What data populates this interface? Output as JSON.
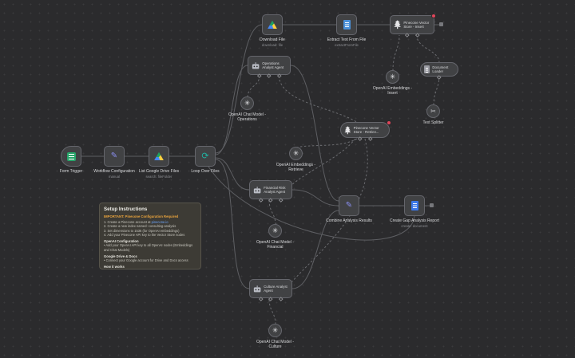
{
  "app": {
    "name": "Workflow canvas"
  },
  "colors": {
    "canvas_bg": "#2b2b2d",
    "node_bg": "#414244",
    "node_border": "#65666c",
    "edge_gray": "#5e5f63",
    "badge_red": "#e0455a",
    "sticky_bg": "#3d3b35",
    "important_orange": "#e8a33d",
    "link_blue": "#6fa8ff",
    "form_green": "#27a56a",
    "pencil_purple": "#8a8ff0",
    "doc_blue": "#3b77e8"
  },
  "nodes": {
    "form_trigger": {
      "label": "Form Trigger"
    },
    "workflow_configuration": {
      "label": "Workflow Configuration",
      "sublabel": "manual"
    },
    "list_google_drive_files": {
      "label": "List Google Drive Files",
      "sublabel": "search: fileFolder"
    },
    "loop_over_files": {
      "label": "Loop Over Files"
    },
    "download_file": {
      "label": "Download File",
      "sublabel": "download: file"
    },
    "extract_text_from_file": {
      "label": "Extract Text From File",
      "sublabel": "extractFromFile"
    },
    "pinecone_vector_store_insert": {
      "label": "Pinecone Vector Store - Insert"
    },
    "operations_analyst_agent": {
      "label": "Operations Analyst Agent"
    },
    "openai_chat_model_operations": {
      "label": "OpenAI Chat Model - Operations"
    },
    "openai_embeddings_insert": {
      "label": "OpenAI Embeddings - Insert"
    },
    "document_loader": {
      "label": "Document Loader"
    },
    "text_splitter": {
      "label": "Text Splitter"
    },
    "pinecone_vector_store_retrieve": {
      "label": "Pinecone Vector Store - Retriev..."
    },
    "openai_embeddings_retrieve": {
      "label": "OpenAI Embeddings - Retrieve"
    },
    "financial_risk_analyst_agent": {
      "label": "Financial Risk Analyst Agent"
    },
    "openai_chat_model_financial": {
      "label": "OpenAI Chat Model - Financial"
    },
    "combine_analysis_results": {
      "label": "Combine Analysis Results"
    },
    "create_gap_analysis_report": {
      "label": "Create Gap Analysis Report",
      "sublabel": "create: document"
    },
    "culture_analyst_agent": {
      "label": "Culture Analyst Agent"
    },
    "openai_chat_model_culture": {
      "label": "OpenAI Chat Model - Culture"
    }
  },
  "sticky": {
    "title": "Setup Instructions",
    "important": "IMPORTANT: Pinecone Configuration Required",
    "step1_pre": "1. Create a Pinecone account at ",
    "step1_link": "pinecone.io",
    "step2": "2. Create a new index named: consulting-analysis",
    "step3": "3. Set dimensions to 1536 (for OpenAI embeddings)",
    "step4": "4. Add your Pinecone API key to the Vector Store nodes",
    "openai_section_title": "OpenAI Configuration",
    "openai_bullet": "• Add your OpenAI API key to all OpenAI nodes (Embeddings and Chat Models)",
    "google_section_title": "Google Drive & Docs",
    "google_bullet": "• Connect your Google account for Drive and Docs access",
    "footer": "How it works"
  }
}
